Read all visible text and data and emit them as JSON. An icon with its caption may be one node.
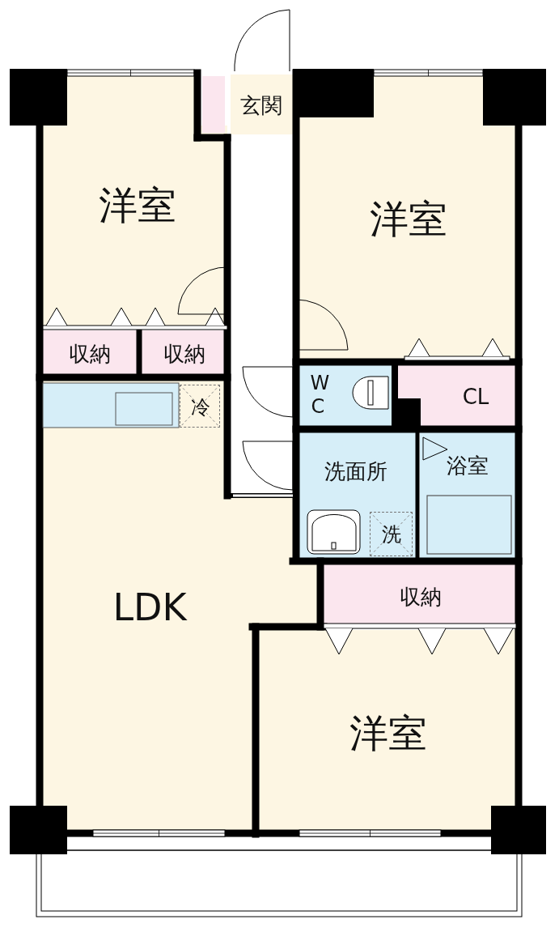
{
  "diagram": {
    "nodes": [
      {
        "text": [
          "洋室"
        ]
      },
      {
        "text": [
          "玄関"
        ]
      },
      {
        "text": [
          "洋室"
        ]
      },
      {
        "text": [
          "収納"
        ]
      },
      {
        "text": [
          "収納"
        ]
      },
      {
        "text": [
          "W C"
        ]
      },
      {
        "text": [
          "CL"
        ]
      },
      {
        "text": [
          "LDK"
        ]
      },
      {
        "text": [
          "冷"
        ],
        "in": 7
      },
      {
        "text": [
          "洗面所"
        ]
      },
      {
        "text": [
          "浴室"
        ]
      },
      {
        "text": [
          "洗"
        ],
        "in": 9
      },
      {
        "text": [
          "収納"
        ]
      },
      {
        "text": [
          "洋室"
        ]
      }
    ]
  }
}
